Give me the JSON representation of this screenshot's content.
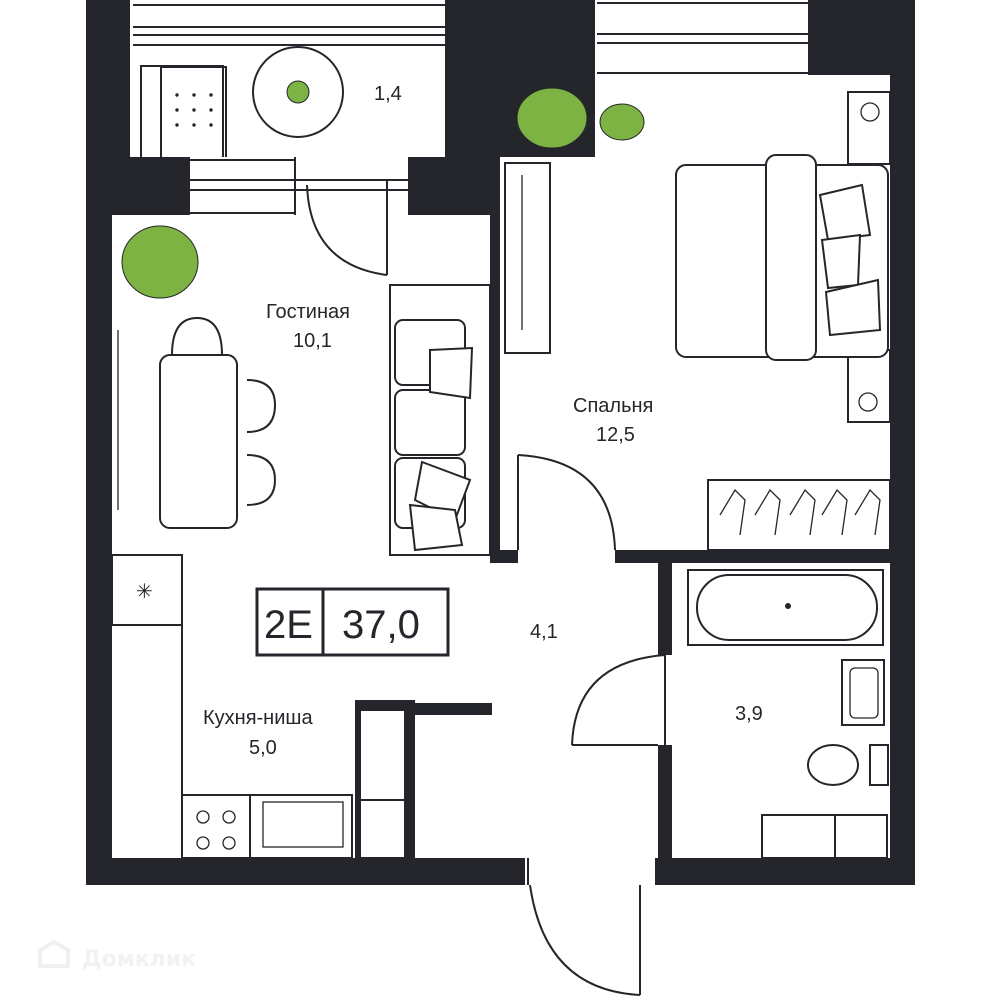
{
  "colors": {
    "wall": "#25262b",
    "plant": "#7cb342",
    "background": "#ffffff"
  },
  "badge": {
    "type": "2E",
    "total_area": "37,0"
  },
  "rooms": {
    "balcony": {
      "area": "1,4"
    },
    "living": {
      "name": "Гостиная",
      "area": "10,1"
    },
    "bedroom": {
      "name": "Спальня",
      "area": "12,5"
    },
    "hall": {
      "area": "4,1"
    },
    "bathroom": {
      "area": "3,9"
    },
    "kitchen": {
      "name": "Кухня-ниша",
      "area": "5,0"
    }
  },
  "watermark": {
    "text": "Домклик",
    "icon": "house-logo-icon"
  }
}
